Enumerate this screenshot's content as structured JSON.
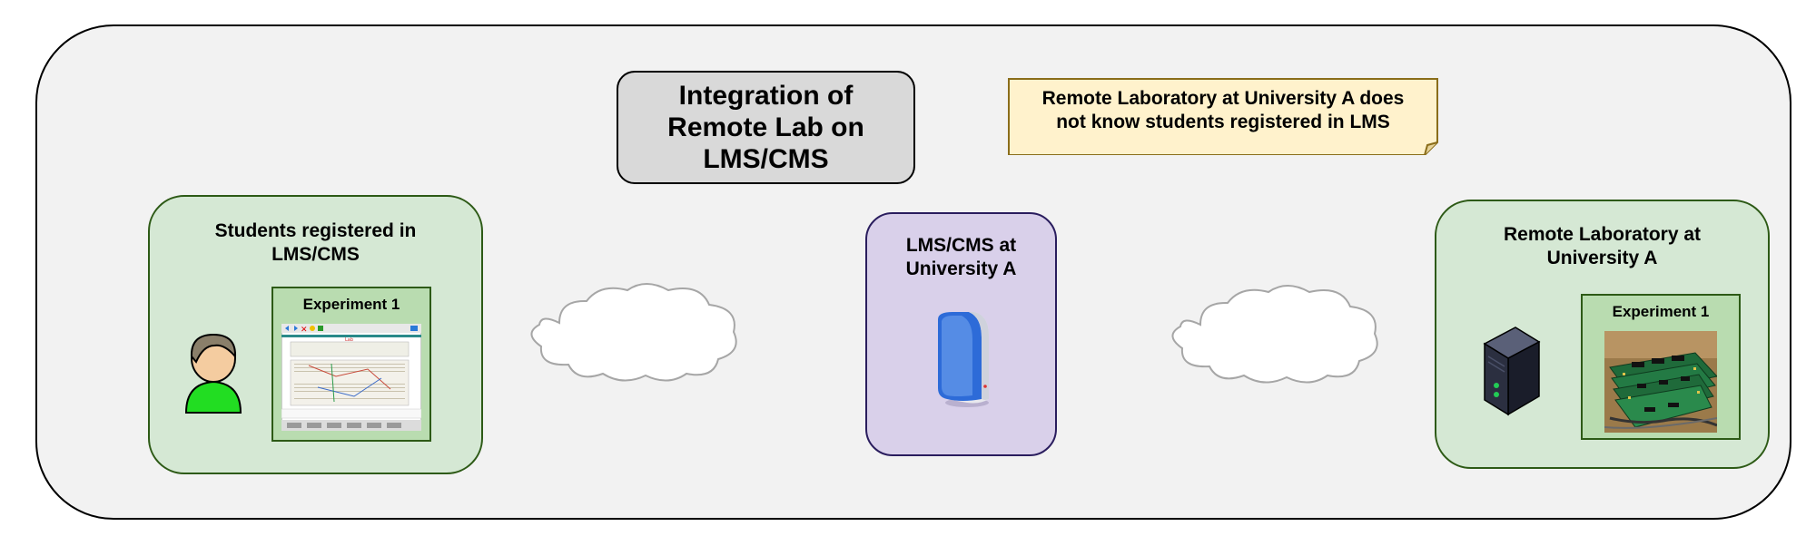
{
  "title": "Integration of Remote Lab on LMS/CMS",
  "note": {
    "line1": "Remote Laboratory at University A does",
    "line2": "not know students registered in LMS"
  },
  "students_panel": {
    "title_line1": "Students registered in",
    "title_line2": "LMS/CMS",
    "experiment_label": "Experiment 1"
  },
  "lms_panel": {
    "title_line1": "LMS/CMS at",
    "title_line2": "University A"
  },
  "lab_panel": {
    "title_line1": "Remote Laboratory at",
    "title_line2": "University A",
    "experiment_label": "Experiment 1"
  },
  "icons": [
    "user-icon",
    "experiment-screenshot",
    "cloud-icon",
    "lms-server-icon",
    "server-tower-icon",
    "circuit-board-photo"
  ],
  "colors": {
    "outer_fill": "#f2f2f2",
    "title_fill": "#d9d9d9",
    "note_fill": "#fff2cc",
    "note_border": "#8a6d1a",
    "green_fill": "#d5e8d4",
    "green_border": "#2d5a16",
    "purple_fill": "#d9d0ea",
    "purple_border": "#2a1d5e"
  }
}
